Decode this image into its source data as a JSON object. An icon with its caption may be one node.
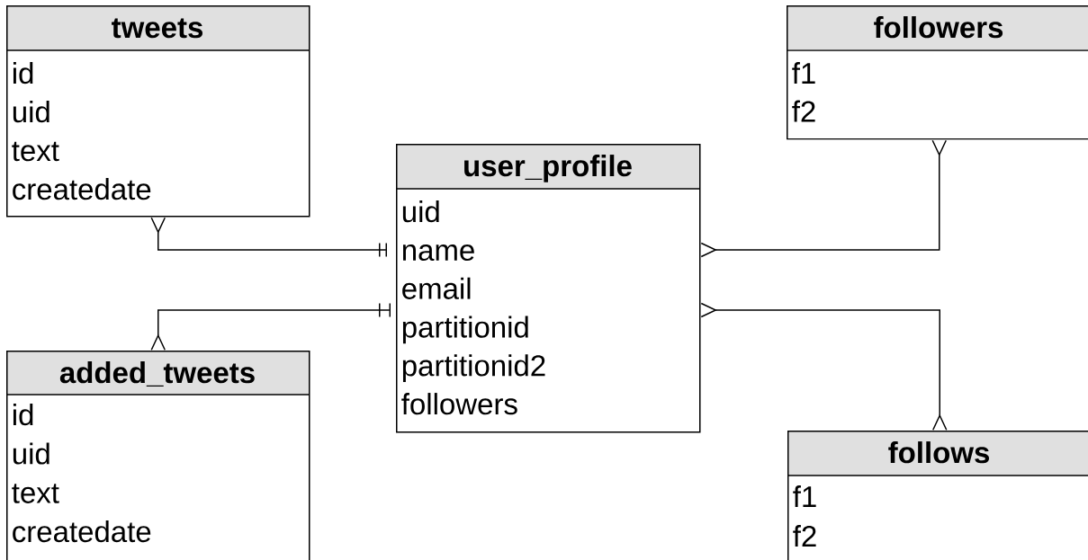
{
  "diagram": {
    "nodes": [
      {
        "text": [
          "tweets",
          "id",
          "uid",
          "text",
          "createdate"
        ]
      },
      {
        "text": [
          "user_profile",
          "uid",
          "name",
          "email",
          "partitionid",
          "partitionid2",
          "followers"
        ]
      },
      {
        "text": [
          "followers",
          "f1",
          "f2"
        ]
      },
      {
        "text": [
          "added_tweets",
          "id",
          "uid",
          "text",
          "createdate"
        ]
      },
      {
        "text": [
          "follows",
          "f1",
          "f2"
        ]
      }
    ],
    "edges": [
      {
        "from": 0,
        "to": 1,
        "arrow": "other"
      },
      {
        "from": 1,
        "to": 3,
        "arrow": "other"
      },
      {
        "from": 2,
        "to": 1,
        "arrow": "other"
      },
      {
        "from": 1,
        "to": 4,
        "arrow": "other"
      }
    ]
  }
}
